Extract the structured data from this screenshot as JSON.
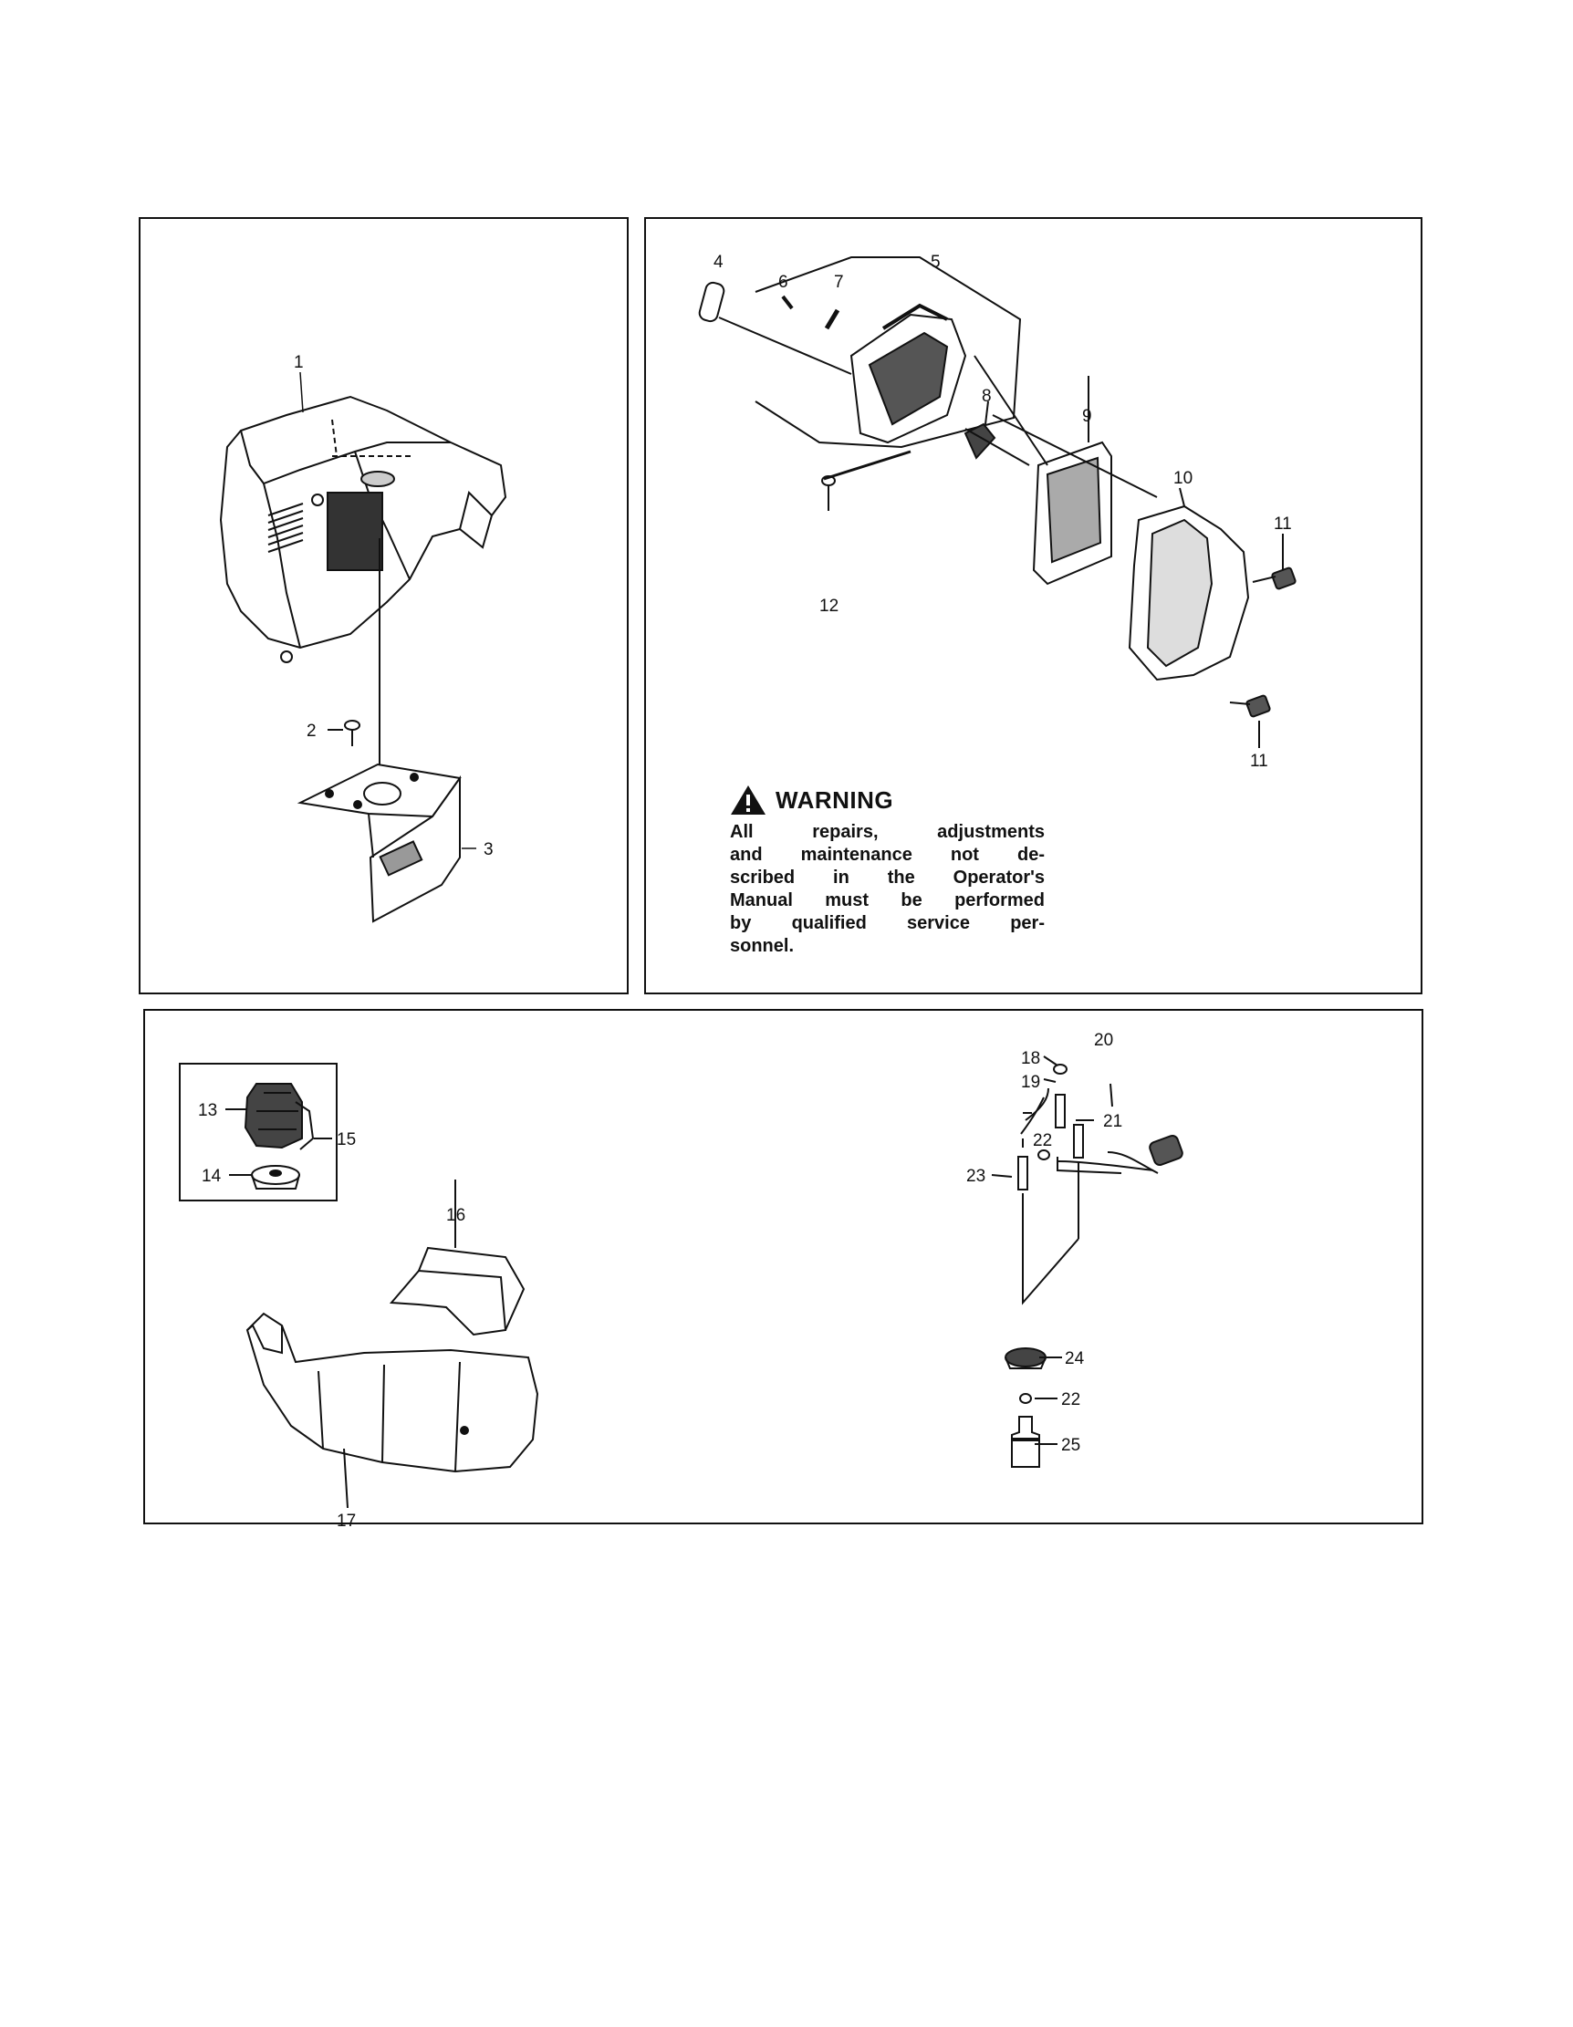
{
  "housing_panel": {
    "callouts": [
      "1",
      "2",
      "3"
    ]
  },
  "air_filter_panel": {
    "callouts": [
      "4",
      "5",
      "6",
      "7",
      "8",
      "9",
      "10",
      "11",
      "11",
      "12"
    ],
    "warning": {
      "title": "WARNING",
      "lines": [
        "All repairs, adjustments",
        "and maintenance not de-",
        "scribed in the Operator's",
        "Manual must be performed",
        "by qualified service per-",
        "sonnel."
      ]
    }
  },
  "muffler_panel": {
    "callouts": [
      "13",
      "14",
      "15",
      "16",
      "17"
    ]
  },
  "fuel_panel": {
    "callouts": [
      "18",
      "19",
      "20",
      "21",
      "22",
      "23",
      "24",
      "22",
      "25"
    ]
  },
  "colors": {
    "ink": "#111111",
    "paper": "#ffffff",
    "warning_fill": "#111111"
  },
  "icons": [
    "warning-triangle-icon"
  ]
}
